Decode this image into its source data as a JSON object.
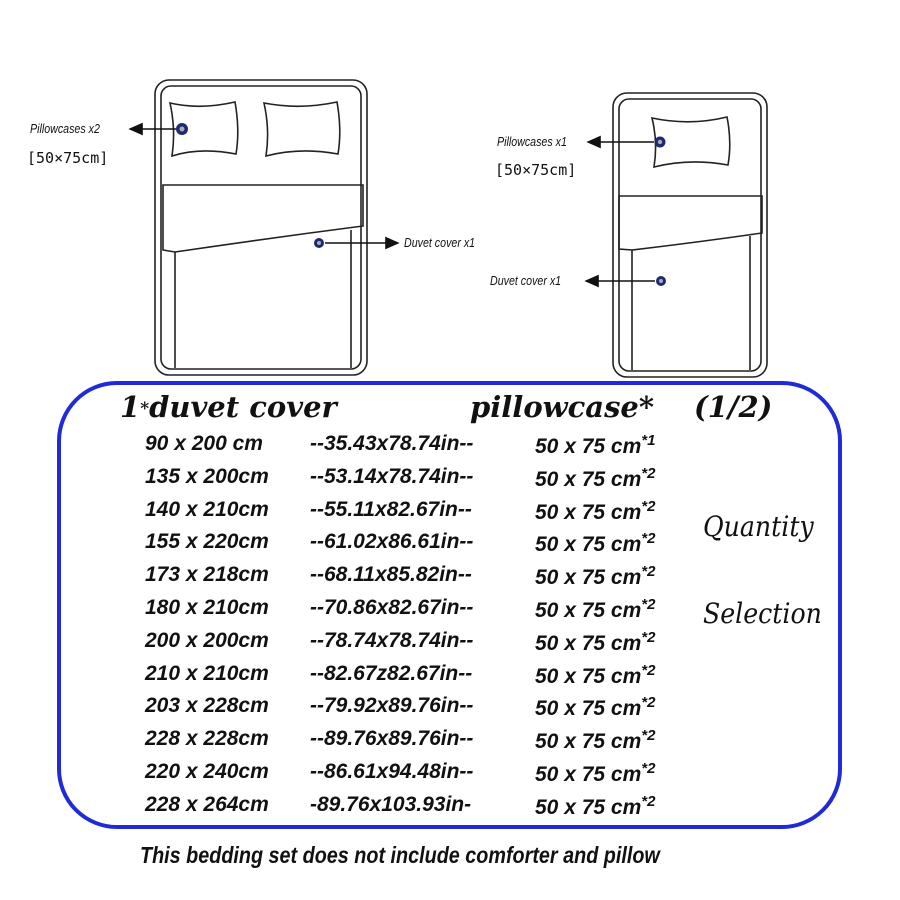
{
  "diagram": {
    "double_bed": {
      "pillow_label": "Pillowcases x2",
      "pillow_size": "[50×75cm]",
      "duvet_label": "Duvet cover x1"
    },
    "single_bed": {
      "pillow_label": "Pillowcases x1",
      "pillow_size": "[50×75cm]",
      "duvet_label": "Duvet cover x1"
    }
  },
  "table": {
    "header_prefix": "1",
    "header_star": "*",
    "header_duvet": "duvet cover",
    "header_pillow": "pillowcase*",
    "header_qty": "(1/2)",
    "rows": [
      {
        "cm": "90 x 200 cm",
        "inch": "--35.43x78.74in--",
        "pillow": "50 x 75 cm",
        "count": "*1"
      },
      {
        "cm": "135 x 200cm",
        "inch": "--53.14x78.74in--",
        "pillow": "50 x 75 cm",
        "count": "*2"
      },
      {
        "cm": "140 x 210cm",
        "inch": "--55.11x82.67in--",
        "pillow": "50 x 75 cm",
        "count": "*2"
      },
      {
        "cm": "155 x 220cm",
        "inch": "--61.02x86.61in--",
        "pillow": "50 x 75 cm",
        "count": "*2"
      },
      {
        "cm": "173 x 218cm",
        "inch": "--68.11x85.82in--",
        "pillow": "50 x 75 cm",
        "count": "*2"
      },
      {
        "cm": "180 x 210cm",
        "inch": "--70.86x82.67in--",
        "pillow": "50 x 75 cm",
        "count": "*2"
      },
      {
        "cm": "200 x 200cm",
        "inch": "--78.74x78.74in--",
        "pillow": "50 x 75 cm",
        "count": "*2"
      },
      {
        "cm": "210 x 210cm",
        "inch": "--82.67z82.67in--",
        "pillow": "50 x 75 cm",
        "count": "*2"
      },
      {
        "cm": "203 x 228cm",
        "inch": "--79.92x89.76in--",
        "pillow": "50 x 75 cm",
        "count": "*2"
      },
      {
        "cm": "228 x 228cm",
        "inch": "--89.76x89.76in--",
        "pillow": "50 x 75 cm",
        "count": "*2"
      },
      {
        "cm": "220 x 240cm",
        "inch": "--86.61x94.48in--",
        "pillow": "50 x 75 cm",
        "count": "*2"
      },
      {
        "cm": "228 x 264cm",
        "inch": "-89.76x103.93in-",
        "pillow": "50 x 75 cm",
        "count": "*2"
      }
    ],
    "side_line1": "Quantity",
    "side_line2": "Selection"
  },
  "footer": {
    "note": "This bedding set does not include comforter and pillow"
  },
  "colors": {
    "panel_border": "#1f2bd6",
    "text": "#111111"
  }
}
